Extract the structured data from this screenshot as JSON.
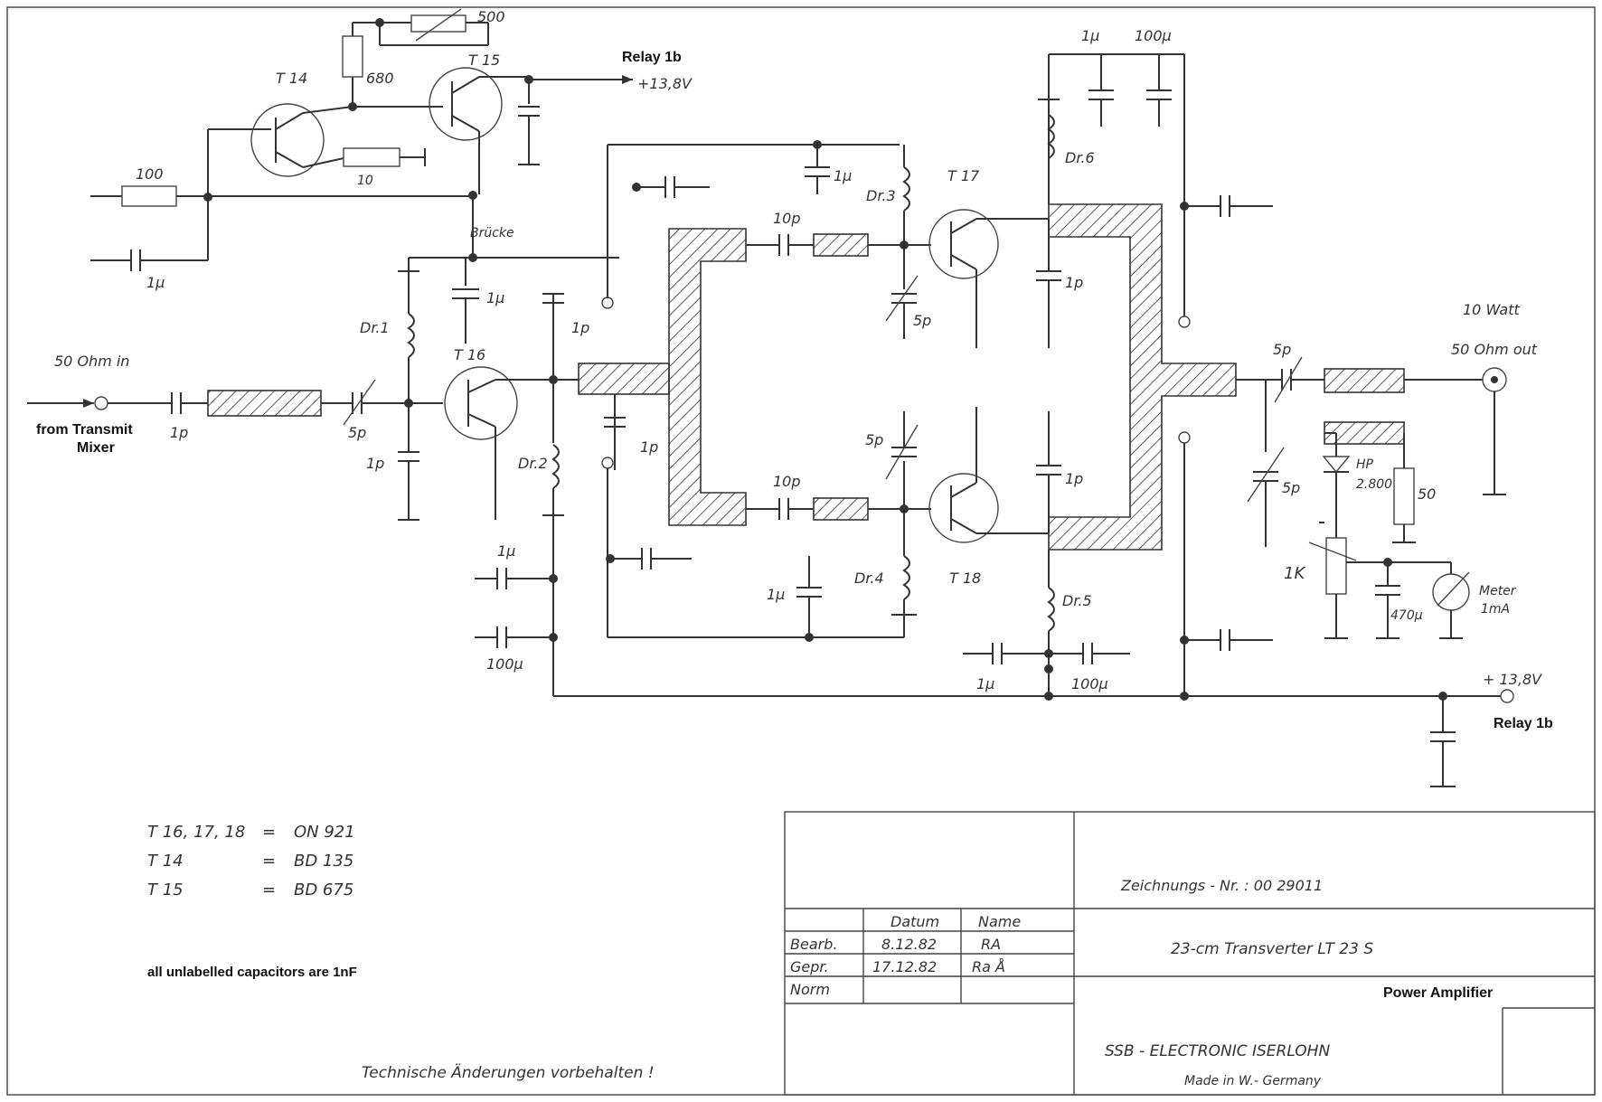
{
  "labels": {
    "relay_top": "Relay 1b",
    "v_top": "+13,8V",
    "r500": "500",
    "r680": "680",
    "t14": "T 14",
    "t15": "T 15",
    "r100": "100",
    "r10": "10",
    "c1u_left": "1µ",
    "bruecke": "Brücke",
    "c1u_bruecke": "1µ",
    "dr1": "Dr.1",
    "t16": "T 16",
    "in_label": "50 Ohm in",
    "from_transmit": "from Transmit",
    "mixer": "Mixer",
    "c1p_in": "1p",
    "c5p_in": "5p",
    "c1p_base": "1p",
    "c1p_col": "1p",
    "dr2": "Dr.2",
    "c1p_mid": "1p",
    "c1u_a": "1µ",
    "c100u_a": "100µ",
    "c10p_top": "10p",
    "c10p_bot": "10p",
    "c1u_top": "1µ",
    "dr3": "Dr.3",
    "c5p_top": "5p",
    "t17": "T 17",
    "c5p_bot": "5p",
    "t18": "T 18",
    "dr4": "Dr.4",
    "c1u_bot": "1µ",
    "c1p_t17": "1p",
    "c1p_t18": "1p",
    "dr5": "Dr.5",
    "c1u_dr5": "1µ",
    "c100u_dr5": "100µ",
    "c1u_topright": "1µ",
    "c100u_topright": "100µ",
    "dr6": "Dr.6",
    "c5p_out": "5p",
    "c5p_trim": "5p",
    "watt": "10 Watt",
    "out_label": "50 Ohm out",
    "hp": "HP",
    "hp_num": "2.800",
    "r50": "50",
    "r1k": "1K",
    "c470u": "470µ",
    "meter": "Meter",
    "meter_range": "1mA",
    "v_bottom": "+ 13,8V",
    "relay_bottom": "Relay 1b"
  },
  "parts_list": [
    {
      "ref": "T 16, 17, 18",
      "eq": "=",
      "part": "ON 921"
    },
    {
      "ref": "T 14",
      "eq": "=",
      "part": "BD 135"
    },
    {
      "ref": "T 15",
      "eq": "=",
      "part": "BD 675"
    }
  ],
  "note": "all unlabelled capacitors are 1nF",
  "footer": "Technische Änderungen vorbehalten !",
  "title_block": {
    "drawing_no": "Zeichnungs - Nr. : 00 29011",
    "col_datum": "Datum",
    "col_name": "Name",
    "row1_label": "Bearb.",
    "row1_date": "8.12.82",
    "row1_name": "RA",
    "row2_label": "Gepr.",
    "row2_date": "17.12.82",
    "row2_name": "Ra Å",
    "row3_label": "Norm",
    "product": "23-cm  Transverter     LT 23 S",
    "subtitle": "Power Amplifier",
    "company": "SSB - ELECTRONIC  ISERLOHN",
    "made_in": "Made in W.- Germany"
  }
}
